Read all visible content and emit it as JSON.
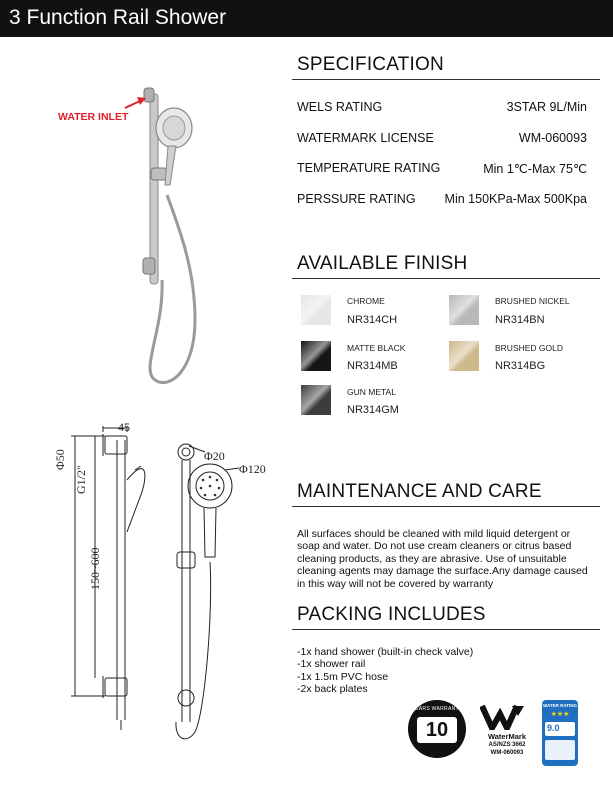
{
  "header": {
    "title": "3 Function Rail Shower"
  },
  "product": {
    "water_inlet_label": "WATER INLET"
  },
  "specification": {
    "heading": "SPECIFICATION",
    "rows": [
      {
        "label": "WELS RATING",
        "value": "3STAR  9L/Min"
      },
      {
        "label": "WATERMARK LICENSE",
        "value": "WM-060093"
      },
      {
        "label": "TEMPERATURE RATING",
        "value": "Min 1℃-Max 75℃"
      },
      {
        "label": "PERSSURE RATING",
        "value": "Min 150KPa-Max 500Kpa"
      }
    ]
  },
  "finish": {
    "heading": "AVAILABLE FINISH",
    "items": [
      {
        "name": "CHROME",
        "code": "NR314CH",
        "color": "#e6e6e6"
      },
      {
        "name": "BRUSHED NICKEL",
        "code": "NR314BN",
        "color": "#b9b9b9"
      },
      {
        "name": "MATTE BLACK",
        "code": "NR314MB",
        "color": "#151515"
      },
      {
        "name": "BRUSHED GOLD",
        "code": "NR314BG",
        "color": "#cdb98a"
      },
      {
        "name": "GUN METAL",
        "code": "NR314GM",
        "color": "#3c3c3c"
      }
    ]
  },
  "drawing": {
    "dim_45": "45",
    "dim_50": "Φ50",
    "dim_g12": "G1/2\"",
    "dim_150_600": "150~600",
    "dim_20": "Φ20",
    "dim_120": "Φ120"
  },
  "maintenance": {
    "heading": "MAINTENANCE AND CARE",
    "lines": [
      "All surfaces should be cleaned with mild liquid detergent or",
      "soap and water. Do not use cream cleaners or citrus based",
      "cleaning products, as they are abrasive. Use of unsuitable",
      "cleaning agents may damage the surface.Any damage caused",
      "in this way will not be covered by warranty"
    ]
  },
  "packing": {
    "heading": "PACKING INCLUDES",
    "items": [
      "-1x hand shower (built-in check valve)",
      "-1x shower rail",
      "-1x 1.5m PVC hose",
      "-2x back plates"
    ]
  },
  "badges": {
    "warranty_number": "10",
    "warranty_text": "YEARS WARRANTY",
    "watermark_title": "WaterMark",
    "watermark_std": "AS/NZS 3662",
    "watermark_code": "WM-060093",
    "wels_title": "WATER RATING",
    "wels_value": "9.0"
  },
  "colors": {
    "header_bg": "#111111",
    "header_text": "#ffffff",
    "inlet_red": "#e0202a",
    "wels_blue": "#1e6fc0"
  }
}
